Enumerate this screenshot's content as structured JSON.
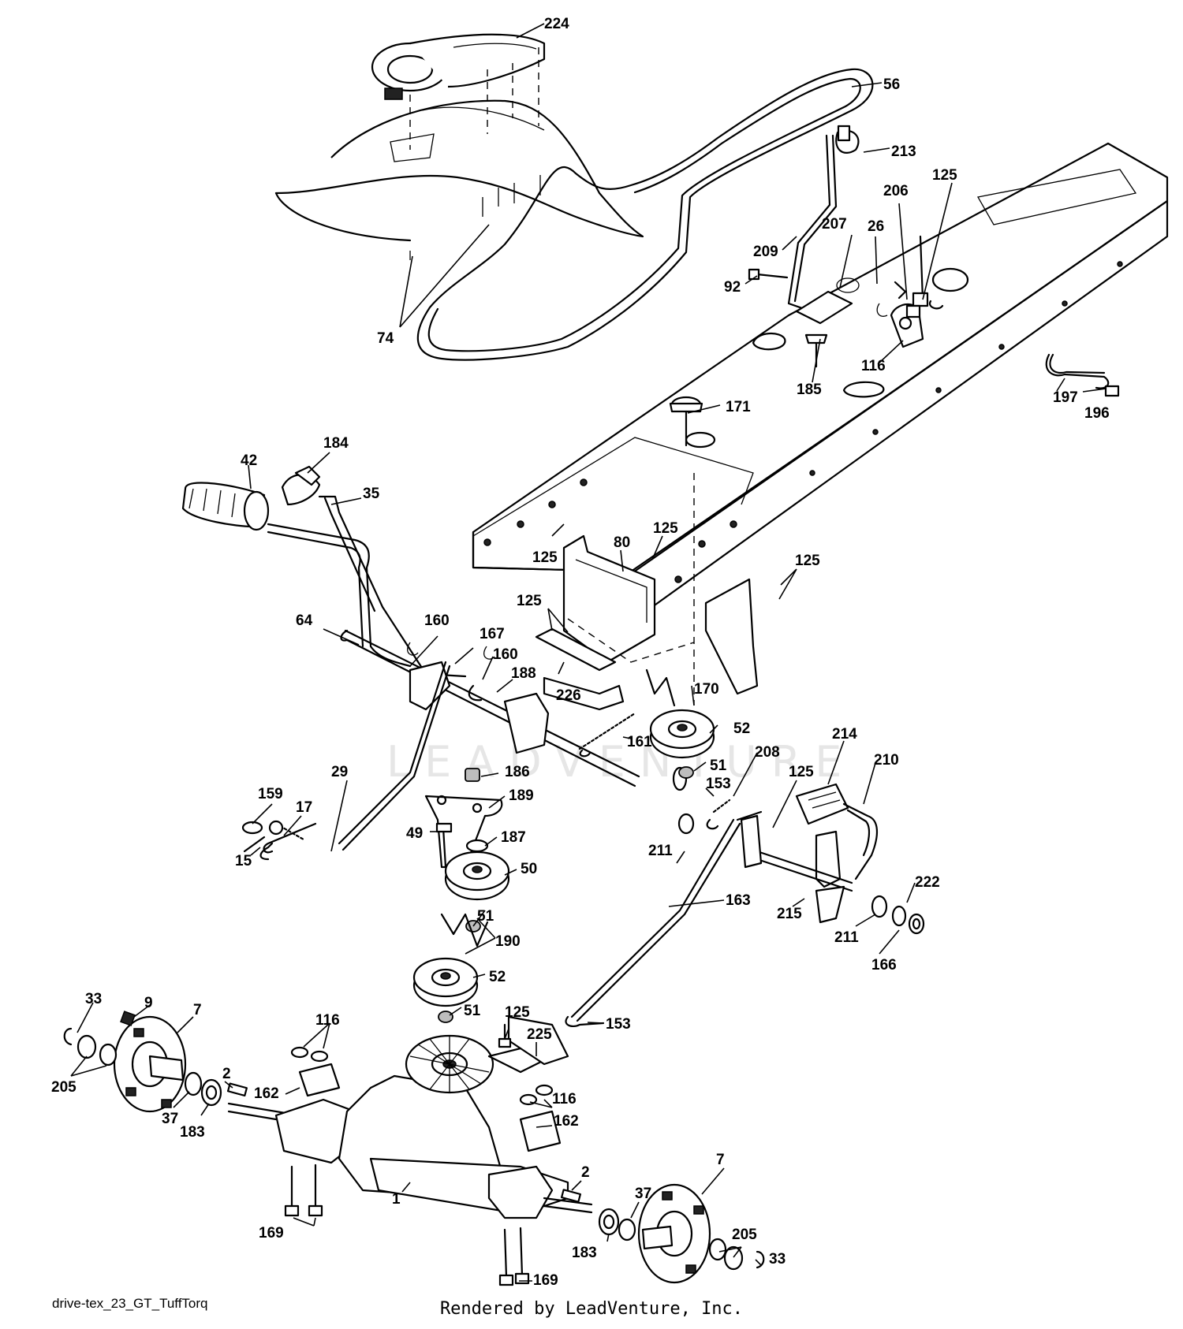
{
  "diagram": {
    "watermark": "LEADVENTURE",
    "footer_left": "drive-tex_23_GT_TuffTorq",
    "footer_center": "Rendered by LeadVenture, Inc."
  },
  "callouts": [
    {
      "id": "c224a",
      "label": "224"
    },
    {
      "id": "c56",
      "label": "56"
    },
    {
      "id": "c213",
      "label": "213"
    },
    {
      "id": "c206",
      "label": "206"
    },
    {
      "id": "c125a",
      "label": "125"
    },
    {
      "id": "c207",
      "label": "207"
    },
    {
      "id": "c26",
      "label": "26"
    },
    {
      "id": "c209",
      "label": "209"
    },
    {
      "id": "c92",
      "label": "92"
    },
    {
      "id": "c74",
      "label": "74"
    },
    {
      "id": "c116a",
      "label": "116"
    },
    {
      "id": "c185",
      "label": "185"
    },
    {
      "id": "c197",
      "label": "197"
    },
    {
      "id": "c196",
      "label": "196"
    },
    {
      "id": "c171",
      "label": "171"
    },
    {
      "id": "c42",
      "label": "42"
    },
    {
      "id": "c184",
      "label": "184"
    },
    {
      "id": "c35",
      "label": "35"
    },
    {
      "id": "c80",
      "label": "80"
    },
    {
      "id": "c125b",
      "label": "125"
    },
    {
      "id": "c125c",
      "label": "125"
    },
    {
      "id": "c125d",
      "label": "125"
    },
    {
      "id": "c125e",
      "label": "125"
    },
    {
      "id": "c64",
      "label": "64"
    },
    {
      "id": "c160a",
      "label": "160"
    },
    {
      "id": "c167",
      "label": "167"
    },
    {
      "id": "c160b",
      "label": "160"
    },
    {
      "id": "c188",
      "label": "188"
    },
    {
      "id": "c226",
      "label": "226"
    },
    {
      "id": "c170",
      "label": "170"
    },
    {
      "id": "c52a",
      "label": "52"
    },
    {
      "id": "c161",
      "label": "161"
    },
    {
      "id": "c51a",
      "label": "51"
    },
    {
      "id": "c214",
      "label": "214"
    },
    {
      "id": "c210",
      "label": "210"
    },
    {
      "id": "c208",
      "label": "208"
    },
    {
      "id": "c125f",
      "label": "125"
    },
    {
      "id": "c153a",
      "label": "153"
    },
    {
      "id": "c186",
      "label": "186"
    },
    {
      "id": "c29",
      "label": "29"
    },
    {
      "id": "c159",
      "label": "159"
    },
    {
      "id": "c17",
      "label": "17"
    },
    {
      "id": "c189",
      "label": "189"
    },
    {
      "id": "c49",
      "label": "49"
    },
    {
      "id": "c187",
      "label": "187"
    },
    {
      "id": "c15",
      "label": "15"
    },
    {
      "id": "c211a",
      "label": "211"
    },
    {
      "id": "c50",
      "label": "50"
    },
    {
      "id": "c163",
      "label": "163"
    },
    {
      "id": "c222",
      "label": "222"
    },
    {
      "id": "c215",
      "label": "215"
    },
    {
      "id": "c211b",
      "label": "211"
    },
    {
      "id": "c166",
      "label": "166"
    },
    {
      "id": "c51b",
      "label": "51"
    },
    {
      "id": "c190",
      "label": "190"
    },
    {
      "id": "c52b",
      "label": "52"
    },
    {
      "id": "c51c",
      "label": "51"
    },
    {
      "id": "c33a",
      "label": "33"
    },
    {
      "id": "c9",
      "label": "9"
    },
    {
      "id": "c7a",
      "label": "7"
    },
    {
      "id": "c116b",
      "label": "116"
    },
    {
      "id": "c125g",
      "label": "125"
    },
    {
      "id": "c153b",
      "label": "153"
    },
    {
      "id": "c225",
      "label": "225"
    },
    {
      "id": "c205a",
      "label": "205"
    },
    {
      "id": "c2a",
      "label": "2"
    },
    {
      "id": "c162a",
      "label": "162"
    },
    {
      "id": "c116c",
      "label": "116"
    },
    {
      "id": "c162b",
      "label": "162"
    },
    {
      "id": "c37a",
      "label": "37"
    },
    {
      "id": "c183a",
      "label": "183"
    },
    {
      "id": "c2b",
      "label": "2"
    },
    {
      "id": "c1",
      "label": "1"
    },
    {
      "id": "c7b",
      "label": "7"
    },
    {
      "id": "c169a",
      "label": "169"
    },
    {
      "id": "c37b",
      "label": "37"
    },
    {
      "id": "c205b",
      "label": "205"
    },
    {
      "id": "c183b",
      "label": "183"
    },
    {
      "id": "c33b",
      "label": "33"
    },
    {
      "id": "c169b",
      "label": "169"
    }
  ]
}
